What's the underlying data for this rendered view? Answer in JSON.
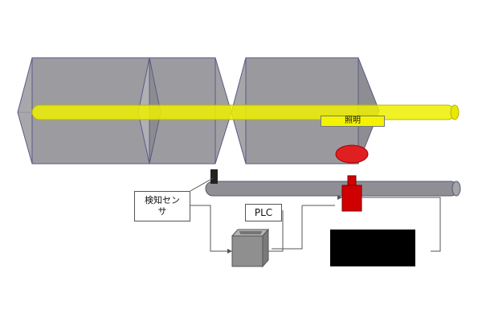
{
  "labels": {
    "detection_sensor_line1": "検知セン",
    "detection_sensor_line2": "サ",
    "plc": "PLC",
    "lighting": "照明"
  },
  "colors": {
    "box_fill": "#9a9a9e",
    "box_edge": "#5a5a8a",
    "light_beam": "#eef000",
    "conveyor": "#8e8e94",
    "actuator": "#d00000",
    "ellipse": "#e02020",
    "sensor": "#222222",
    "cutter": "#000000",
    "plc_body": "#8f8f8f"
  },
  "icons": {
    "sensor": "sensor-block-icon",
    "plc": "plc-unit-icon",
    "actuator": "red-actuator-icon"
  }
}
